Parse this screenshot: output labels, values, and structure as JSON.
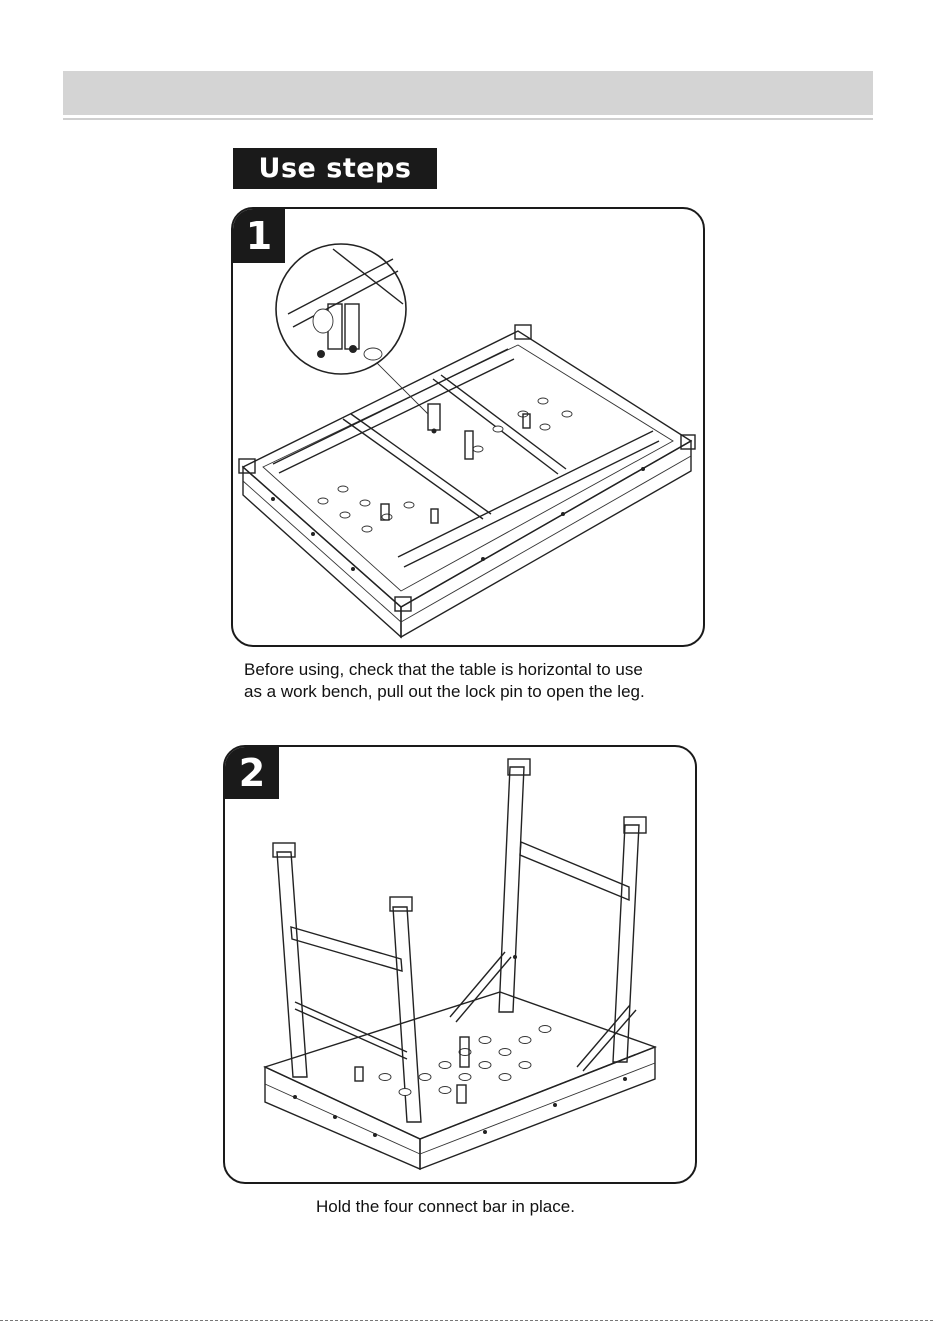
{
  "header": {
    "section_title": "Use steps"
  },
  "steps": [
    {
      "number": "1",
      "caption_line1": "Before using, check that the table is horizontal to use",
      "caption_line2": "as a work bench, pull out the lock pin to open the leg."
    },
    {
      "number": "2",
      "caption": "Hold the four connect bar in place."
    }
  ],
  "colors": {
    "title_bg": "#1a1a1a",
    "header_band": "#d4d4d4",
    "text": "#111111"
  }
}
